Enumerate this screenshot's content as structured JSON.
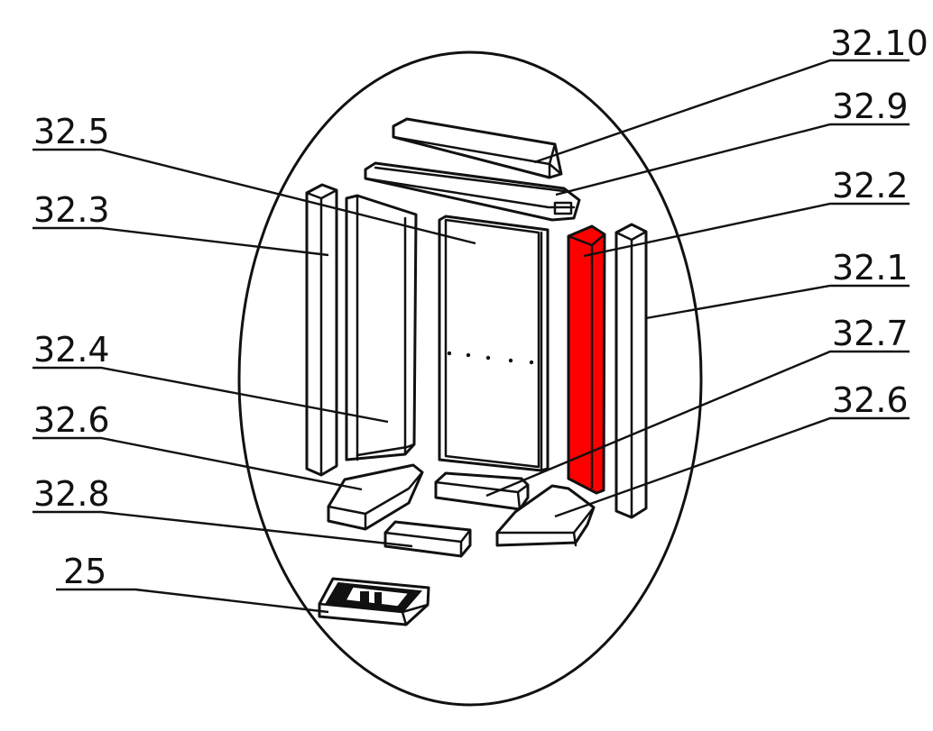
{
  "colors": {
    "line": "#111111",
    "highlight": "#ff0000",
    "background": "#ffffff"
  },
  "labels": {
    "p32_10": "32.10",
    "p32_9": "32.9",
    "p32_5": "32.5",
    "p32_2": "32.2",
    "p32_3": "32.3",
    "p32_1": "32.1",
    "p32_4": "32.4",
    "p32_7": "32.7",
    "p32_6_left": "32.6",
    "p32_6_right": "32.6",
    "p32_8": "32.8",
    "p25": "25"
  },
  "highlighted_part": "32.2"
}
